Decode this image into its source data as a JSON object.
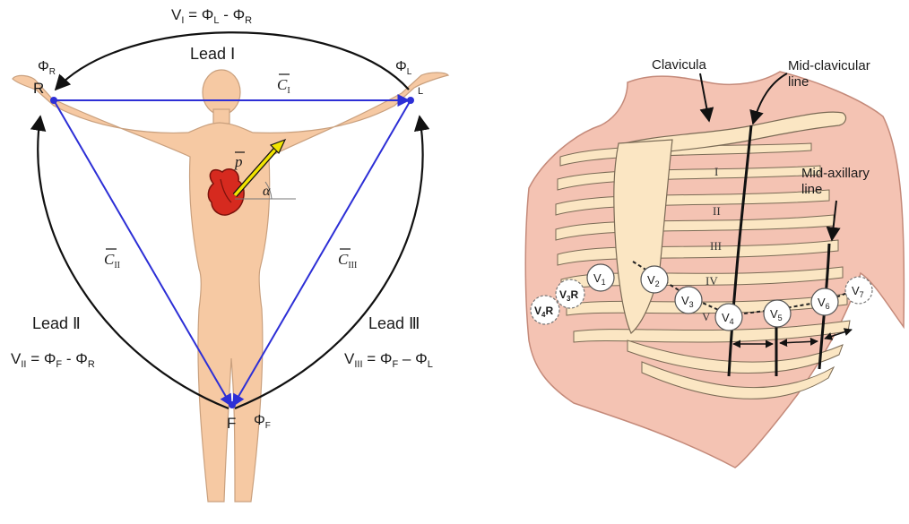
{
  "colors": {
    "skin": "#f6c9a3",
    "skin_stroke": "#c9a07e",
    "triangle": "#2d2fd6",
    "arcs": "#111111",
    "heart": "#d62a1f",
    "vector_fill": "#f1e400",
    "chest_bg": "#f4c3b3",
    "bone": "#fbe6c3",
    "bone_stroke": "#7a6a55"
  },
  "left": {
    "eq_top": {
      "v": "V",
      "v_sub": "I",
      "eq": " = ",
      "a": "Φ",
      "a_sub": "L",
      "minus": " - ",
      "b": "Φ",
      "b_sub": "R"
    },
    "phi_r": {
      "sym": "Φ",
      "sub": "R"
    },
    "phi_l": {
      "sym": "Φ",
      "sub": "L"
    },
    "phi_f": {
      "sym": "Φ",
      "sub": "F"
    },
    "node_r": "R",
    "node_l": "L",
    "node_f": "F",
    "lead1": "Lead Ⅰ",
    "lead2": "Lead Ⅱ",
    "lead3": "Lead Ⅲ",
    "c1": {
      "sym": "C",
      "sub": "I"
    },
    "c2": {
      "sym": "C",
      "sub": "II"
    },
    "c3": {
      "sym": "C",
      "sub": "III"
    },
    "p": "p",
    "alpha": "α",
    "eq2": {
      "v": "V",
      "v_sub": "II",
      "eq": " = ",
      "a": "Φ",
      "a_sub": "F",
      "minus": " - ",
      "b": "Φ",
      "b_sub": "R"
    },
    "eq3": {
      "v": "V",
      "v_sub": "III",
      "eq": " = ",
      "a": "Φ",
      "a_sub": "F",
      "minus": " – ",
      "b": "Φ",
      "b_sub": "L"
    }
  },
  "right": {
    "clavicula": "Clavicula",
    "midclav_1": "Mid-clavicular",
    "midclav_2": "line",
    "midax_1": "Mid-axillary",
    "midax_2": "line",
    "ribs": [
      "I",
      "II",
      "III",
      "IV",
      "V"
    ],
    "electrodes": [
      {
        "v": "V",
        "sub": "1",
        "r": ""
      },
      {
        "v": "V",
        "sub": "2",
        "r": ""
      },
      {
        "v": "V",
        "sub": "3",
        "r": ""
      },
      {
        "v": "V",
        "sub": "4",
        "r": ""
      },
      {
        "v": "V",
        "sub": "5",
        "r": ""
      },
      {
        "v": "V",
        "sub": "6",
        "r": ""
      },
      {
        "v": "V",
        "sub": "7",
        "r": ""
      },
      {
        "v": "V",
        "sub": "3",
        "r": "R"
      },
      {
        "v": "V",
        "sub": "4",
        "r": "R"
      }
    ]
  }
}
